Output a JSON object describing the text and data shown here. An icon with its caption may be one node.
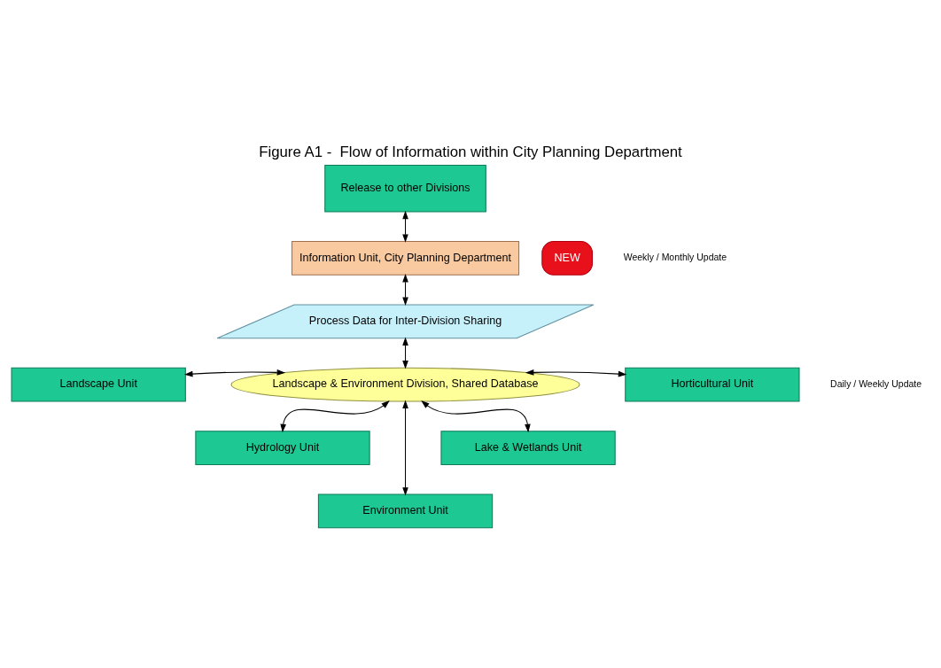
{
  "diagram": {
    "title": "Figure A1 -  Flow of Information within City Planning Department",
    "nodes": [
      {
        "text": [
          "Release to other Divisions"
        ]
      },
      {
        "text": [
          "Information Unit, City Planning Department"
        ]
      },
      {
        "text": [
          "NEW"
        ]
      },
      {
        "text": [
          "Process Data for Inter-Division Sharing"
        ]
      },
      {
        "text": [
          "Landscape Unit"
        ]
      },
      {
        "text": [
          "Landscape & Environment Division, Shared Database"
        ]
      },
      {
        "text": [
          "Horticultural Unit"
        ]
      },
      {
        "text": [
          "Hydrology Unit"
        ]
      },
      {
        "text": [
          "Lake & Wetlands Unit"
        ]
      },
      {
        "text": [
          "Environment Unit"
        ]
      }
    ],
    "edges": [
      {
        "from": 0,
        "to": 1,
        "arrow": "both"
      },
      {
        "from": 1,
        "to": 3,
        "arrow": "both"
      },
      {
        "from": 3,
        "to": 5,
        "arrow": "both"
      },
      {
        "from": 5,
        "to": 4,
        "arrow": "both"
      },
      {
        "from": 5,
        "to": 6,
        "arrow": "both"
      },
      {
        "from": 5,
        "to": 7,
        "arrow": "both"
      },
      {
        "from": 5,
        "to": 8,
        "arrow": "both"
      },
      {
        "from": 5,
        "to": 9,
        "arrow": "both"
      }
    ],
    "labels": [
      "Weekly / Monthly Update",
      "Daily / Weekly Update"
    ]
  }
}
